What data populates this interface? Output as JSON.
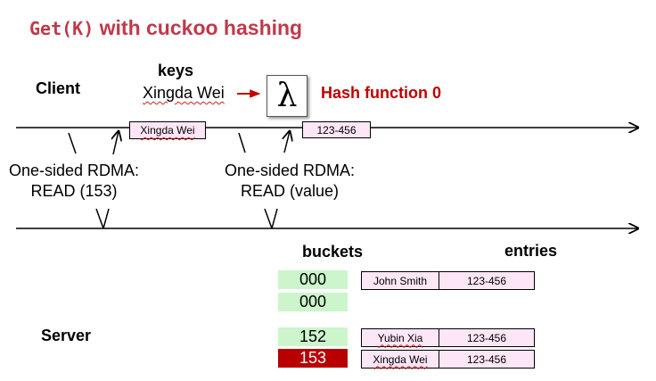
{
  "title": {
    "code": "Get(K)",
    "text": "with cuckoo hashing"
  },
  "client": {
    "label": "Client"
  },
  "keys": {
    "heading": "keys",
    "key": "Xingda Wei"
  },
  "hash": {
    "symbol": "λ",
    "label": "Hash function 0"
  },
  "messages": {
    "key_box": "Xingda Wei",
    "value_box": "123-456",
    "rdma1_line1": "One-sided RDMA:",
    "rdma1_line2": "READ (153)",
    "rdma2_line1": "One-sided RDMA:",
    "rdma2_line2": "READ (value)"
  },
  "server": {
    "label": "Server",
    "buckets_heading": "buckets",
    "entries_heading": "entries",
    "buckets": [
      "000",
      "000",
      "152",
      "153"
    ],
    "entries": [
      {
        "key": "John Smith",
        "value": "123-456"
      },
      {
        "key": "Yubin Xia",
        "value": "123-456"
      },
      {
        "key": "Xingda Wei",
        "value": "123-456"
      }
    ]
  },
  "colors": {
    "title": "#c0394b",
    "hash_label": "#c00000",
    "bucket_green": "#ccf5cc",
    "bucket_highlight": "#b80000",
    "entry_fill": "#fde6f6"
  },
  "icons": {
    "hash_arrow": "right-arrow-icon"
  }
}
